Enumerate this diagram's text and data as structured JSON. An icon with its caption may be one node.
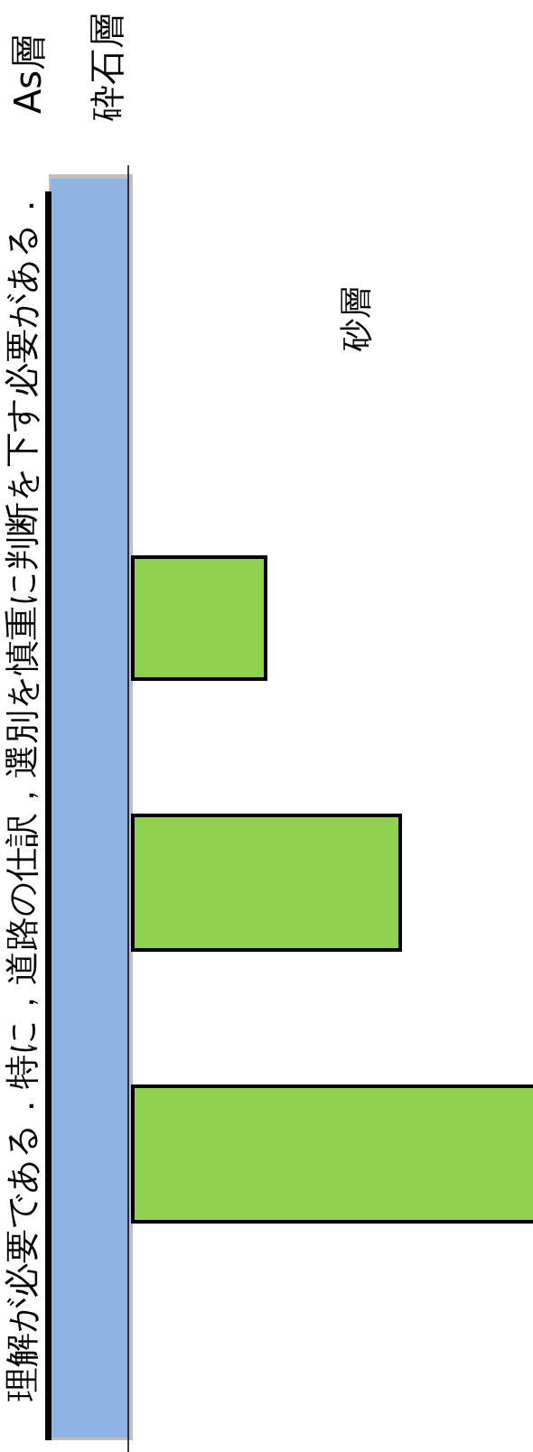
{
  "diagram": {
    "labels": [
      "As層",
      "砕石層",
      "砂層",
      "理解が必要である．特に，道路の仕訳，選別を慎重に判断を下す必要がある．"
    ]
  }
}
